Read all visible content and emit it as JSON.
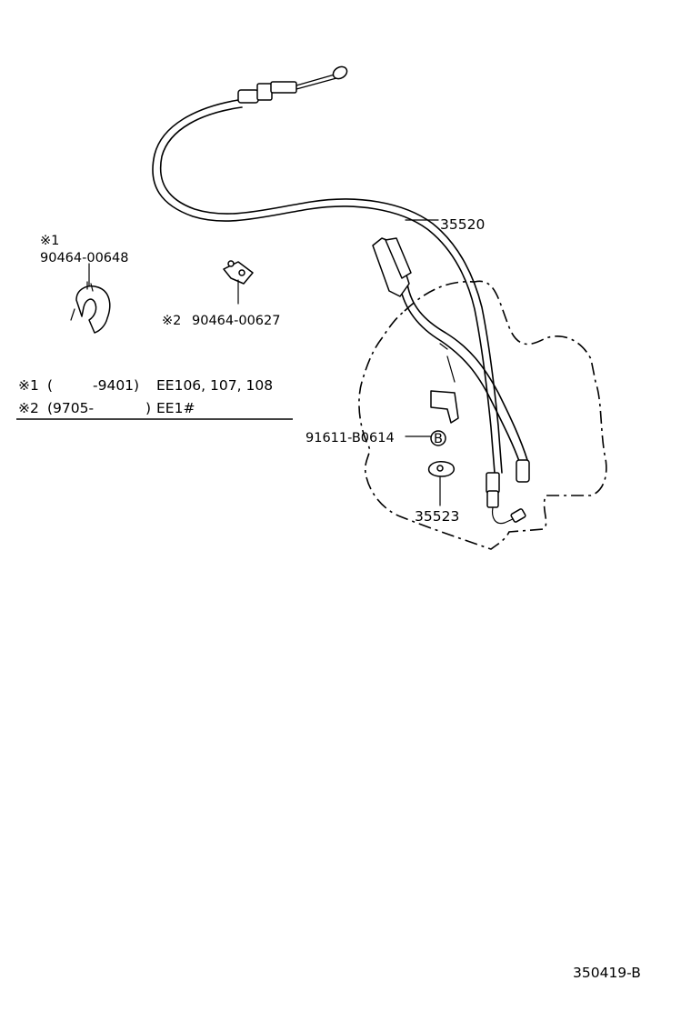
{
  "parts": {
    "cable": {
      "number": "35520"
    },
    "clamp_1": {
      "marker": "※1",
      "number": "90464-00648"
    },
    "clamp_2": {
      "marker": "※2",
      "number": "90464-00627"
    },
    "nut": {
      "number": "91611-B0614",
      "symbol": "B"
    },
    "plate": {
      "number": "35523"
    }
  },
  "notes": {
    "note_1": {
      "marker": "※1",
      "open_paren": "(",
      "range": "-9401)",
      "models": "EE106, 107, 108"
    },
    "note_2": {
      "marker": "※2",
      "range": "(9705-",
      "close_paren": ")",
      "models": "EE1#"
    }
  },
  "diagram_id": "350419-B"
}
